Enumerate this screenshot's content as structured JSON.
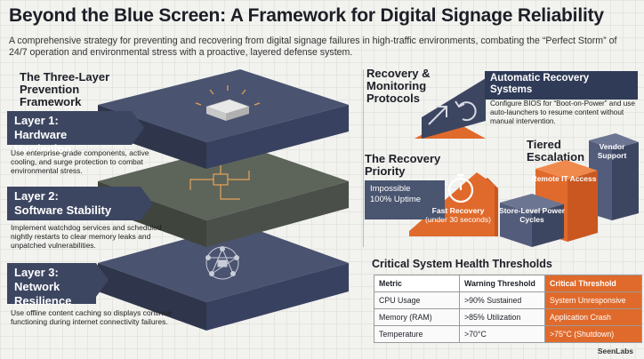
{
  "title": "Beyond the Blue Screen: A Framework for Digital Signage Reliability",
  "subtitle": "A comprehensive strategy for preventing and recovering from digital signage failures in high-traffic environments, combating the “Perfect Storm” of 24/7 operation and environmental stress with a proactive, layered defense system.",
  "prevention": {
    "title": "The Three-Layer Prevention Framework",
    "layers": [
      {
        "name": "Layer 1:",
        "subtitle": "Hardware Hardening",
        "desc": "Use enterprise-grade components, active cooling, and surge protection to combat environmental stress.",
        "icon": "device-icon"
      },
      {
        "name": "Layer 2:",
        "subtitle": "Software Stability",
        "desc": "Implement watchdog services and scheduled nightly restarts to clear memory leaks and unpatched vulnerabilities.",
        "icon": "circuit-icon"
      },
      {
        "name": "Layer 3:",
        "subtitle": "Network Resilience",
        "desc": "Use offline content caching so displays continue functioning during internet connectivity failures.",
        "icon": "network-icon"
      }
    ]
  },
  "recovery": {
    "title": "Recovery & Monitoring Protocols",
    "auto_title": "Automatic Recovery Systems",
    "auto_desc": "Configure BIOS for “Boot-on-Power” and use auto-launchers to resume content without manual intervention."
  },
  "priority": {
    "title": "The Recovery Priority",
    "impossible_title": "Impossible",
    "impossible_sub": "100% Uptime",
    "fast_title": "Fast Recovery",
    "fast_sub": "(under 30 seconds)"
  },
  "escalation": {
    "title": "Tiered Escalation",
    "steps": [
      "Store-Level Power Cycles",
      "Remote IT Access",
      "Vendor Support"
    ]
  },
  "thresholds": {
    "title": "Critical System Health Thresholds",
    "headers": [
      "Metric",
      "Warning Threshold",
      "Critical Threshold"
    ],
    "rows": [
      [
        "CPU Usage",
        ">90% Sustained",
        "System Unresponsive"
      ],
      [
        "Memory (RAM)",
        ">85% Utilization",
        "Application Crash"
      ],
      [
        "Temperature",
        ">70°C",
        ">75°C (Shutdown)"
      ]
    ]
  },
  "logo": "SeenLabs",
  "colors": {
    "navy": "#3d4661",
    "orange": "#e06a2b",
    "gray_green": "#5d6459"
  }
}
